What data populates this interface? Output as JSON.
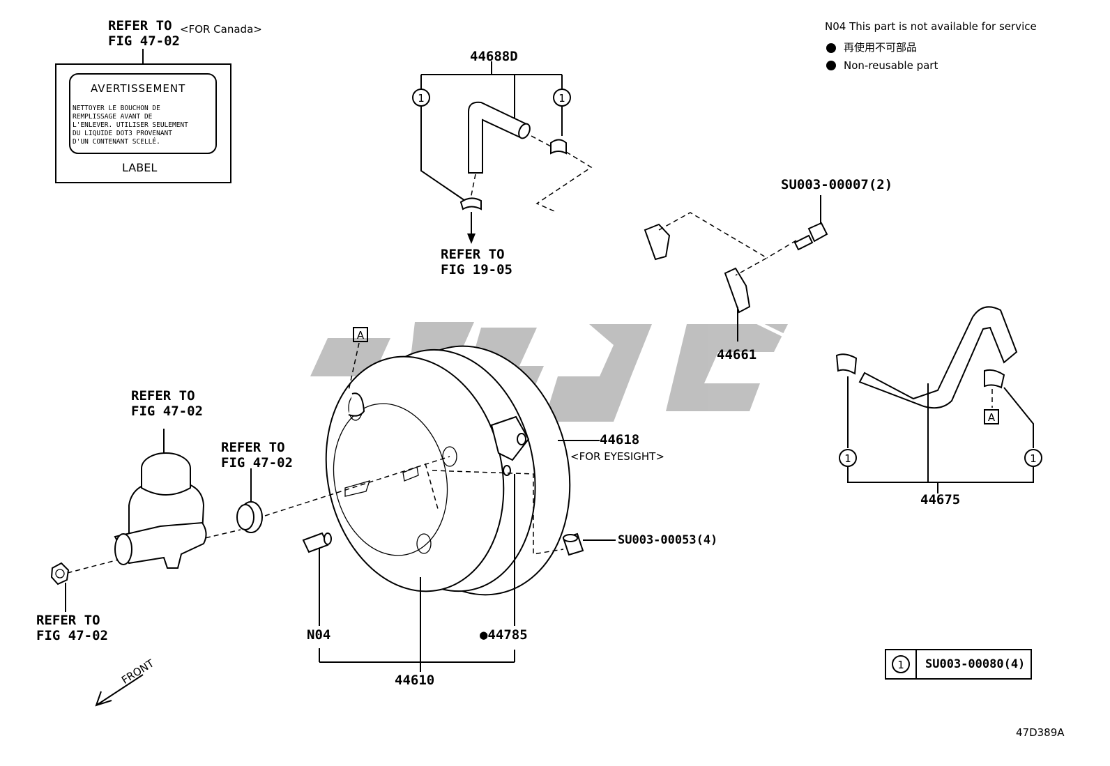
{
  "label_block": {
    "refer_line1": "REFER TO",
    "refer_line2": "FIG 47-02",
    "region": "<FOR Canada>",
    "heading": "AVERTISSEMENT",
    "text_lines": [
      "NETTOYER LE BOUCHON DE",
      "REMPLISSAGE AVANT DE",
      "L'ENLEVER. UTILISER SEULEMENT",
      "DU LIQUIDE DOT3 PROVENANT",
      "D'UN CONTENANT SCELLÉ."
    ],
    "caption": "LABEL"
  },
  "legend": {
    "n04": "N04 This part is not available for service",
    "jp": "再使用不可部品",
    "en": "Non-reusable part"
  },
  "parts": {
    "p44688D": "44688D",
    "p44661": "44661",
    "p44618": "44618",
    "p44618_note": "<FOR EYESIGHT>",
    "p44675": "44675",
    "p44610": "44610",
    "n04": "N04",
    "p44785": "●44785",
    "bolt": "SU003-00007(2)",
    "nut": "SU003-00053(4)"
  },
  "refs": {
    "fig1905_l1": "REFER TO",
    "fig1905_l2": "FIG 19-05",
    "mc_l1": "REFER TO",
    "mc_l2": "FIG 47-02",
    "seal_l1": "REFER TO",
    "seal_l2": "FIG 47-02",
    "nut_l1": "REFER TO",
    "nut_l2": "FIG 47-02"
  },
  "callouts": {
    "circle": "1",
    "letter": "A"
  },
  "clip_table": {
    "num": "1",
    "part": "SU003-00080(4)"
  },
  "front": "FRONT",
  "code": "47D389A"
}
